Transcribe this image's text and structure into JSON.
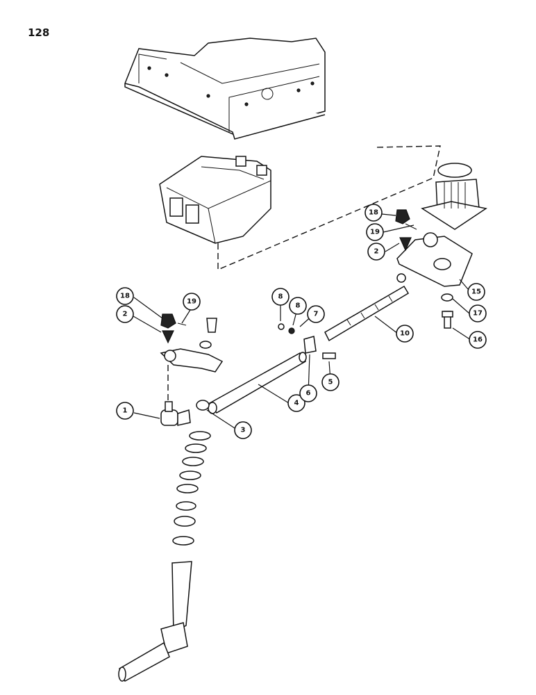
{
  "page": {
    "number": "128"
  },
  "callouts": [
    {
      "id": "c1",
      "label": "1"
    },
    {
      "id": "c2a",
      "label": "2"
    },
    {
      "id": "c2b",
      "label": "2"
    },
    {
      "id": "c3",
      "label": "3"
    },
    {
      "id": "c4",
      "label": "4"
    },
    {
      "id": "c5",
      "label": "5"
    },
    {
      "id": "c6",
      "label": "6"
    },
    {
      "id": "c7",
      "label": "7"
    },
    {
      "id": "c8a",
      "label": "8"
    },
    {
      "id": "c8b",
      "label": "8"
    },
    {
      "id": "c10",
      "label": "10"
    },
    {
      "id": "c15",
      "label": "15"
    },
    {
      "id": "c16",
      "label": "16"
    },
    {
      "id": "c17",
      "label": "17"
    },
    {
      "id": "c18a",
      "label": "18"
    },
    {
      "id": "c18b",
      "label": "18"
    },
    {
      "id": "c19a",
      "label": "19"
    },
    {
      "id": "c19b",
      "label": "19"
    }
  ]
}
